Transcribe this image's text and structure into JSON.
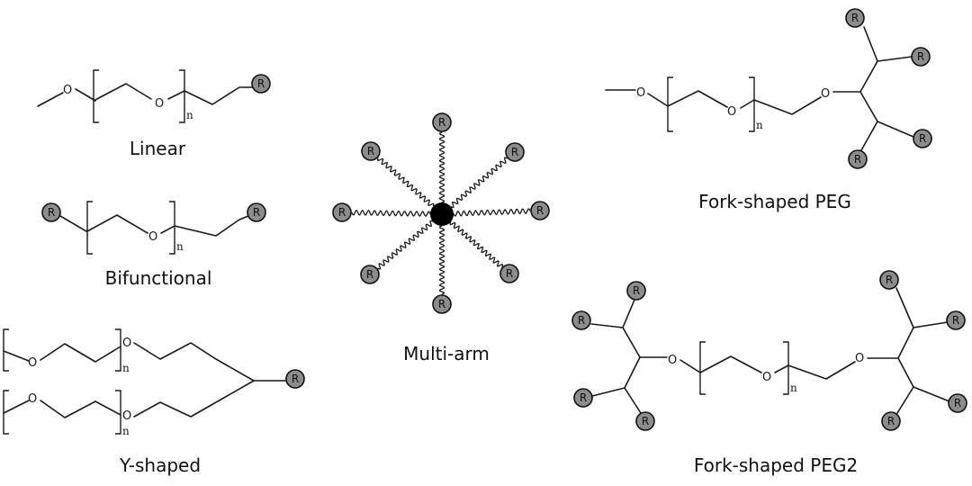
{
  "labels": {
    "linear": "Linear",
    "bifunctional": "Bifunctional",
    "y_shaped": "Y-shaped",
    "multi_arm": "Multi-arm",
    "fork": "Fork-shaped PEG",
    "fork2": "Fork-shaped PEG2"
  },
  "atoms": {
    "oxygen": "O",
    "repeat": "n",
    "group": "R"
  },
  "colors": {
    "group_fill": "#8c8c8c",
    "line": "#1a1a1a",
    "core": "#000000"
  }
}
